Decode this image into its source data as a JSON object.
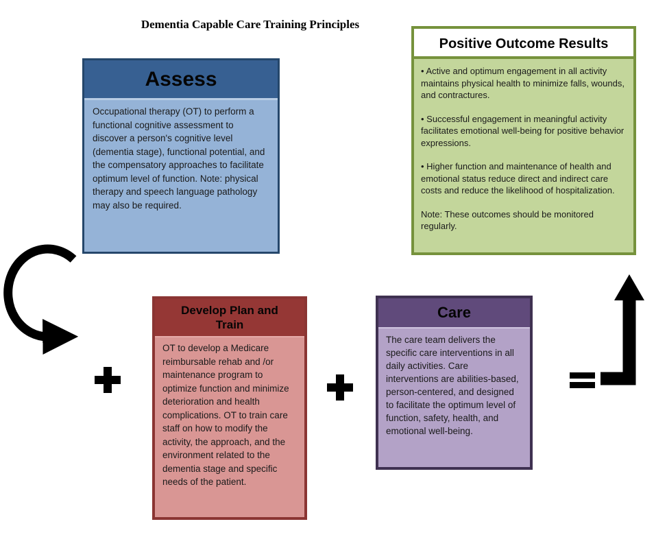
{
  "title": "Dementia Capable Care Training Principles",
  "boxes": {
    "assess": {
      "header": "Assess",
      "body": "Occupational therapy (OT) to perform a functional cognitive assessment to discover a person's cognitive level (dementia stage), functional potential, and the compensatory approaches to facilitate optimum level of function. Note: physical therapy and speech language pathology may also be required.",
      "header_bg": "#376092",
      "body_bg": "#95B3D7",
      "border_color": "#25476B"
    },
    "develop_plan_and_train": {
      "header": "Develop Plan and Train",
      "body": "OT to develop a Medicare reimbursable rehab and /or maintenance program to optimize function and minimize deterioration and health complications. OT to train care staff on how to modify the activity, the approach, and the environment related to the dementia stage and specific needs of the patient.",
      "header_bg": "#953735",
      "body_bg": "#D99694",
      "border_color": "#8B3533"
    },
    "care": {
      "header": "Care",
      "body": "The care team delivers the specific care interventions in all daily activities. Care interventions are abilities-based, person-centered, and designed to facilitate the optimum level of function, safety, health, and emotional well-being.",
      "header_bg": "#604A7B",
      "body_bg": "#B3A2C7",
      "border_color": "#3F3151"
    },
    "positive_outcome_results": {
      "header": "Positive Outcome Results",
      "paragraphs": [
        "• Active and optimum engagement in all activity maintains physical health to minimize falls, wounds, and contractures.",
        "• Successful engagement in meaningful activity facilitates emotional well-being for positive behavior expressions.",
        "• Higher function and maintenance of health and emotional status reduce direct and indirect care costs and reduce the likelihood of hospitalization.",
        "Note: These outcomes should be monitored regularly."
      ],
      "header_bg": "#FFFFFF",
      "body_bg": "#C3D69B",
      "border_color": "#76923C"
    }
  },
  "operators": {
    "plus_left": "+",
    "plus_middle": "+",
    "equals": "="
  },
  "icons": {
    "cycle_arrow": "curved-cycle-arrow",
    "result_arrow": "up-elbow-arrow"
  },
  "colors": {
    "arrow": "#000000",
    "text": "#1A1A1A",
    "background": "#FFFFFF"
  }
}
